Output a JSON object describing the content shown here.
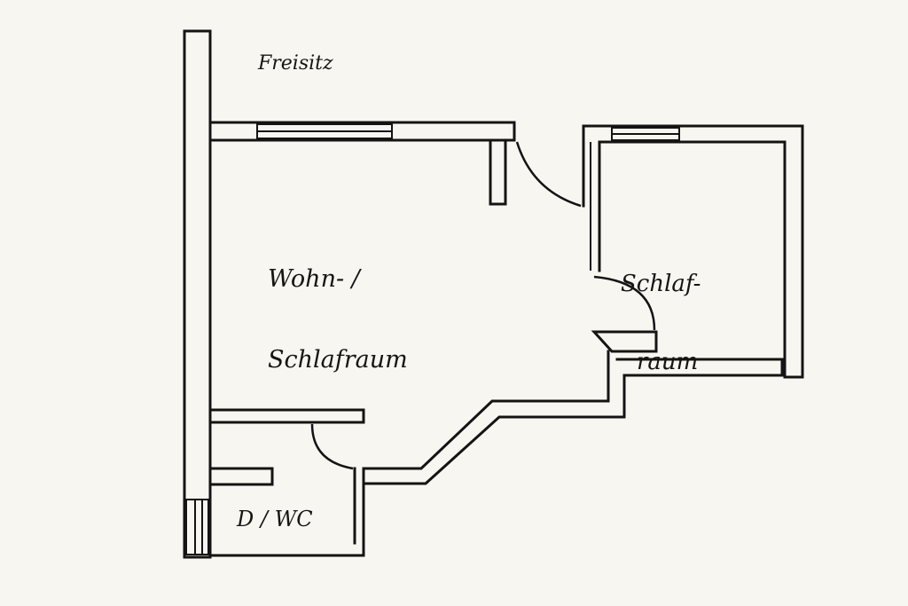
{
  "rooms": {
    "terrace": "Freisitz",
    "living_line1": "Wohn- /",
    "living_line2": "Schlafraum",
    "bedroom_line1": "Schlaf-",
    "bedroom_line2": "raum",
    "bathroom": "D / WC"
  },
  "colors": {
    "paper": "#f7f6f1",
    "ink": "#141414"
  }
}
